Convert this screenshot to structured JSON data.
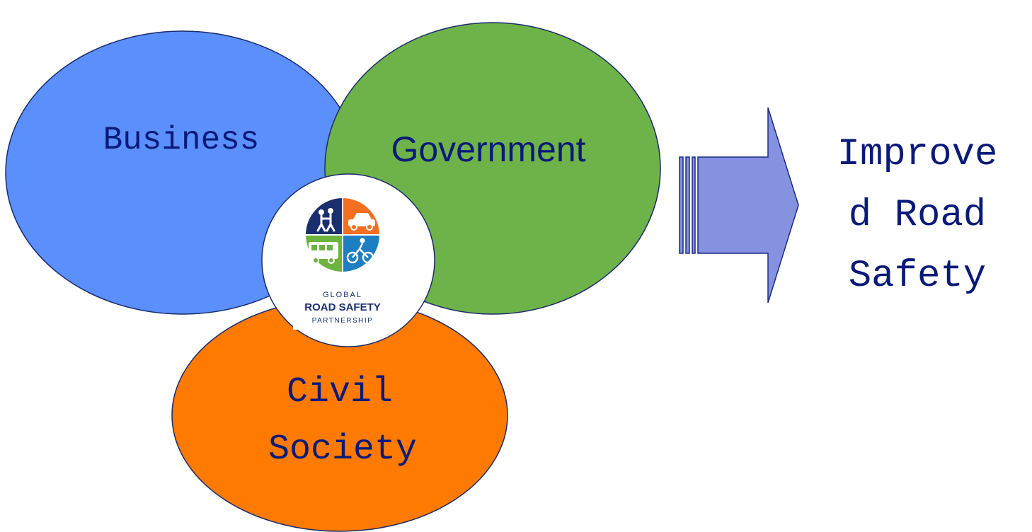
{
  "diagram": {
    "circles": {
      "business": {
        "label": "Business",
        "color": "#5b8ffb"
      },
      "government": {
        "label": "Government",
        "color": "#6db34a"
      },
      "civil_society": {
        "label_line1": "Civil",
        "label_line2": "Society",
        "color": "#ff7a00"
      }
    },
    "center_logo": {
      "line1": "GLOBAL",
      "line2": "ROAD SAFETY",
      "line3": "PARTNERSHIP",
      "colors": {
        "navy": "#1b2f6e",
        "orange": "#f37021",
        "green": "#6cb33f",
        "blue": "#1d7fc2"
      }
    },
    "arrow": {
      "color": "#8592e0",
      "outline": "#1a2a8a"
    },
    "outcome": {
      "line1": "Improve",
      "line2": "d Road",
      "line3": "Safety"
    },
    "text_color": "#0a1a78",
    "outline_color": "#1a2a6a"
  }
}
